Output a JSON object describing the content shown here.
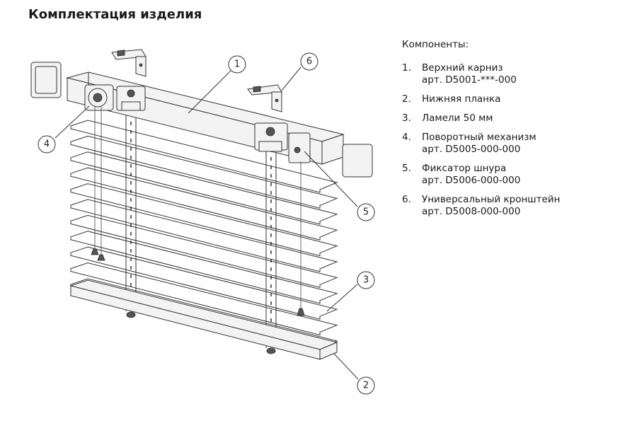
{
  "title": "Комплектация изделия",
  "legend": {
    "heading": "Компоненты:",
    "items": [
      {
        "number": "1.",
        "line1": "Верхний карниз",
        "line2": "арт. D5001-***-000"
      },
      {
        "number": "2.",
        "line1": "Нижняя планка",
        "line2": ""
      },
      {
        "number": "3.",
        "line1": "Ламели 50 мм",
        "line2": ""
      },
      {
        "number": "4.",
        "line1": "Поворотный механизм",
        "line2": "арт. D5005-000-000"
      },
      {
        "number": "5.",
        "line1": "Фиксатор шнура",
        "line2": "арт. D5006-000-000"
      },
      {
        "number": "6.",
        "line1": "Универсальный кронштейн",
        "line2": "арт. D5008-000-000"
      }
    ]
  },
  "callouts": [
    "1",
    "2",
    "3",
    "4",
    "5",
    "6"
  ]
}
